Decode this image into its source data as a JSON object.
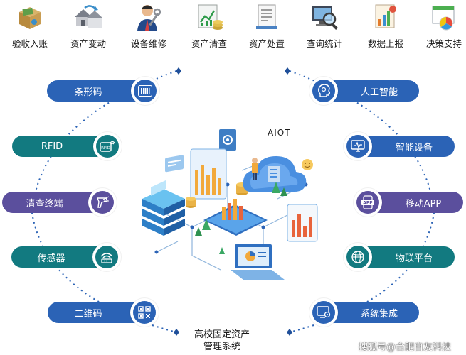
{
  "modules": [
    {
      "label": "验收入账",
      "icon": "package-box-icon"
    },
    {
      "label": "资产变动",
      "icon": "house-transfer-icon"
    },
    {
      "label": "设备维修",
      "icon": "repair-technician-icon"
    },
    {
      "label": "资产清查",
      "icon": "inventory-chart-icon"
    },
    {
      "label": "资产处置",
      "icon": "document-disposal-icon"
    },
    {
      "label": "查询统计",
      "icon": "magnifier-computer-icon"
    },
    {
      "label": "数据上报",
      "icon": "report-chart-icon"
    },
    {
      "label": "决策支持",
      "icon": "decision-window-icon"
    }
  ],
  "left_items": [
    {
      "label": "条形码",
      "icon": "barcode-icon",
      "color": "#2b63b6"
    },
    {
      "label": "RFID",
      "icon": "rfid-icon",
      "color": "#127a80"
    },
    {
      "label": "清查终端",
      "icon": "handheld-scanner-icon",
      "color": "#5b4f9d"
    },
    {
      "label": "传感器",
      "icon": "sensor-wifi-icon",
      "color": "#127a80"
    },
    {
      "label": "二维码",
      "icon": "qr-code-icon",
      "color": "#2b63b6"
    }
  ],
  "right_items": [
    {
      "label": "人工智能",
      "icon": "ai-head-icon",
      "color": "#2b63b6"
    },
    {
      "label": "智能设备",
      "icon": "monitor-device-icon",
      "color": "#2b63b6"
    },
    {
      "label": "移动APP",
      "icon": "app-phone-icon",
      "color": "#5b4f9d"
    },
    {
      "label": "物联平台",
      "icon": "globe-network-icon",
      "color": "#127a80"
    },
    {
      "label": "系统集成",
      "icon": "system-gear-monitor-icon",
      "color": "#2b63b6"
    }
  ],
  "center": {
    "aiot_label": "AIOT",
    "title_line1": "高校固定资产",
    "title_line2": "管理系统"
  },
  "watermark": "搜狐号@合肥自友科技",
  "colors": {
    "blue": "#2b63b6",
    "teal": "#127a80",
    "purple": "#5b4f9d",
    "accent_light": "#4bb5e8"
  }
}
